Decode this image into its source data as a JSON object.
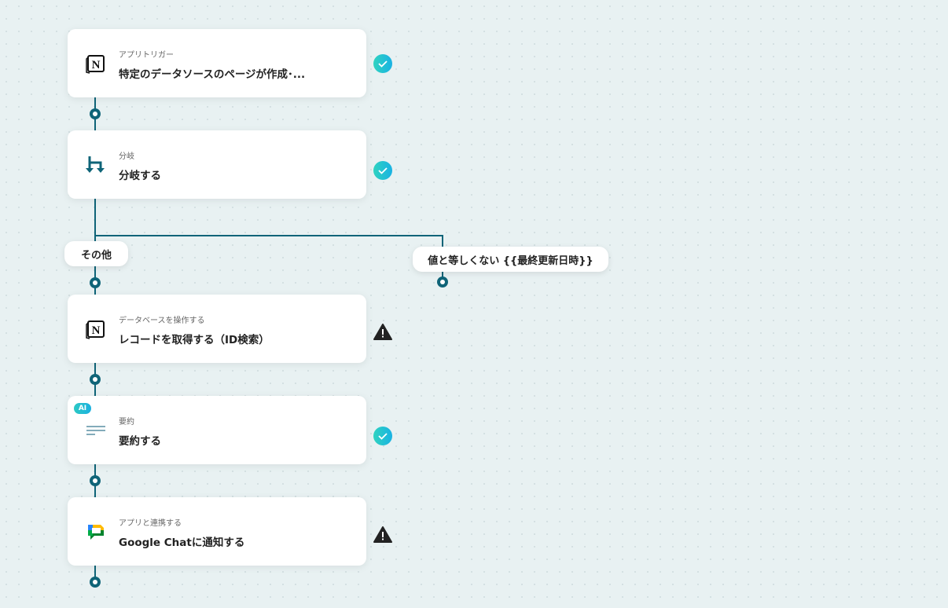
{
  "steps": [
    {
      "sub": "アプリトリガー",
      "title": "特定のデータソースのページが作成･...",
      "icon": "notion-icon",
      "status": "success"
    },
    {
      "sub": "分岐",
      "title": "分岐する",
      "icon": "branch-icon",
      "status": "success"
    },
    {
      "sub": "データベースを操作する",
      "title": "レコードを取得する（ID検索）",
      "icon": "notion-icon",
      "status": "warning"
    },
    {
      "sub": "要約",
      "title": "要約する",
      "icon": "summary-icon",
      "status": "success",
      "badge": "AI"
    },
    {
      "sub": "アプリと連携する",
      "title": "Google Chatに通知する",
      "icon": "google-chat-icon",
      "status": "warning"
    }
  ],
  "branches": {
    "other": "その他",
    "condition": "値と等しくない {{最終更新日時}}"
  },
  "colors": {
    "line": "#0f6478",
    "success": "#1fc3d6",
    "warning": "#222222"
  }
}
